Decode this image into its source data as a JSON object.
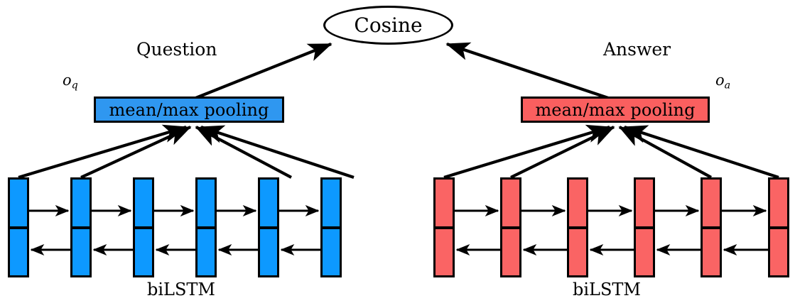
{
  "diagram": {
    "title_node": {
      "label": "Cosine",
      "shape": "ellipse"
    },
    "branches": [
      {
        "id": "question",
        "side_label": "Question",
        "output_label": "o",
        "output_sub": "q",
        "pooling_label": "mean/max pooling",
        "encoder_label": "biLSTM",
        "color": "#0d99ff",
        "pool_color": "#2f97f0",
        "cell_count": 6,
        "pooled_from_cells": [
          1,
          2,
          5,
          6
        ]
      },
      {
        "id": "answer",
        "side_label": "Answer",
        "output_label": "o",
        "output_sub": "a",
        "pooling_label": "mean/max pooling",
        "encoder_label": "biLSTM",
        "color": "#fa6464",
        "pool_color": "#fa5f5f",
        "cell_count": 6,
        "pooled_from_cells": [
          1,
          2,
          5,
          6
        ]
      }
    ],
    "edge_color": "#000000"
  }
}
